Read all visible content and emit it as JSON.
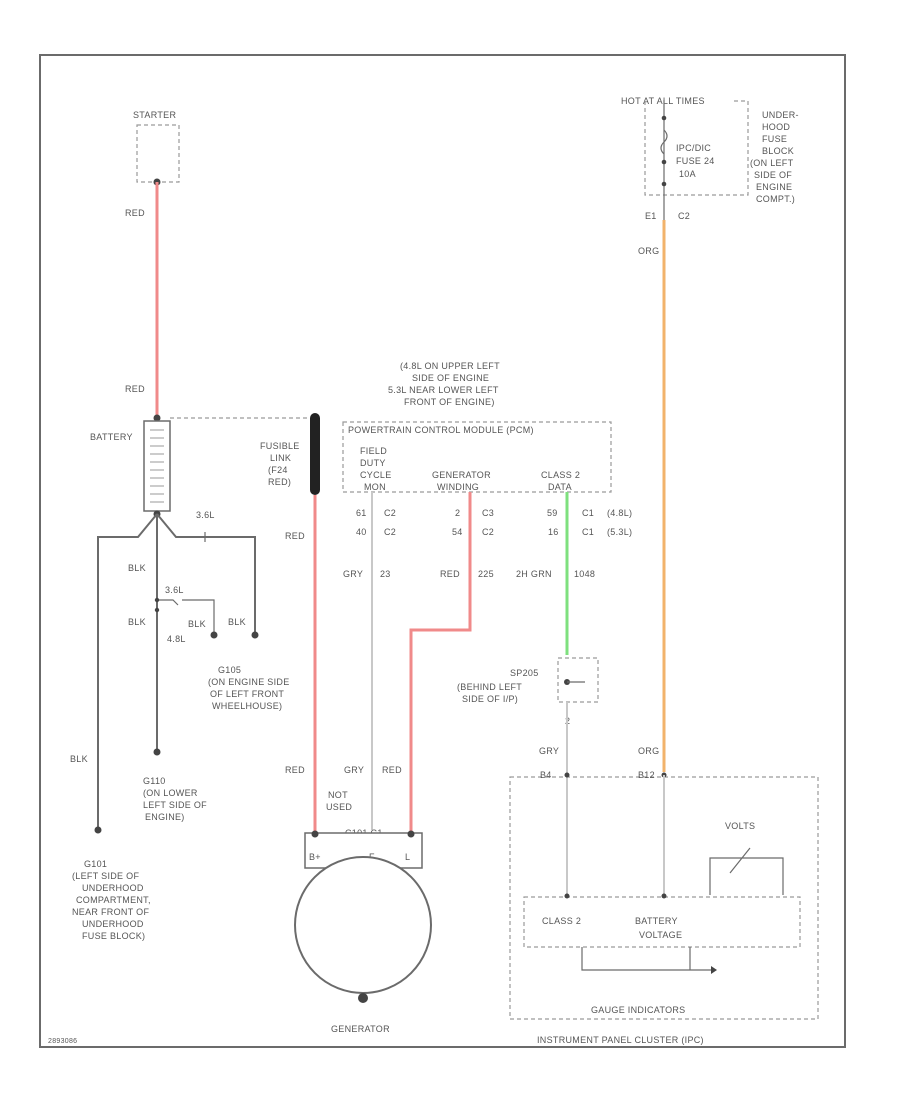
{
  "colors": {
    "red_wire": "#f08a8a",
    "orange_wire": "#f2b36b",
    "green_wire": "#7ee07e",
    "grey_wire": "#6b6b6b",
    "light_wire": "#c8c8c8",
    "fusible_link": "#222222"
  },
  "starter": {
    "label": "STARTER",
    "wire_top": "RED",
    "wire_bottom": "RED"
  },
  "battery": {
    "label": "BATTERY"
  },
  "grounds": {
    "eng_tag": "3.6L",
    "blk_1": "BLK",
    "blk_2": "BLK",
    "blk_3": "BLK",
    "blk_4": "BLK",
    "blk_5": "BLK",
    "eng_label_1": "3.6L",
    "eng_label_2": "4.8L",
    "g105": [
      "G105",
      "(ON ENGINE SIDE",
      "OF LEFT FRONT",
      "WHEELHOUSE)"
    ],
    "g110": [
      "G110",
      "(ON LOWER",
      "LEFT SIDE OF",
      "ENGINE)"
    ],
    "g101": [
      "G101",
      "(LEFT SIDE OF",
      "UNDERHOOD",
      "COMPARTMENT,",
      "NEAR FRONT OF",
      "UNDERHOOD",
      "FUSE BLOCK)"
    ]
  },
  "fusible_link": {
    "lines": [
      "FUSIBLE",
      "LINK",
      "(F24",
      "RED)"
    ],
    "wire": "RED",
    "wire_bottom": "RED"
  },
  "pcm": {
    "location": [
      "(4.8L ON UPPER LEFT",
      "SIDE OF ENGINE",
      "5.3L NEAR LOWER LEFT",
      "FRONT OF ENGINE)"
    ],
    "title": "POWERTRAIN CONTROL MODULE (PCM)",
    "field_label": [
      "FIELD",
      "DUTY",
      "CYCLE",
      "MON"
    ],
    "gen_label": [
      "GENERATOR",
      "WINDING"
    ],
    "class2_label": [
      "CLASS 2",
      "DATA"
    ],
    "pin_field_1": "61",
    "conn_field_1": "C2",
    "pin_field_2": "40",
    "conn_field_2": "C2",
    "pin_gen_1": "2",
    "conn_gen_1": "C3",
    "pin_gen_2": "54",
    "conn_gen_2": "C2",
    "pin_c2_1": "59",
    "conn_c2_1": "C1",
    "note_c2_1": "(4.8L)",
    "pin_c2_2": "16",
    "conn_c2_2": "C1",
    "note_c2_2": "(5.3L)",
    "wire_field": "GRY",
    "circ_field": "23",
    "wire_gen": "RED",
    "circ_gen": "225",
    "wire_c2": "2H GRN",
    "circ_c2": "1048"
  },
  "splice": {
    "label": [
      "SP205",
      "(BEHIND LEFT",
      "SIDE OF I/P)"
    ],
    "pin": "2",
    "wire_below": "GRY"
  },
  "generator": {
    "wire_red": "RED",
    "wire_gry": "GRY",
    "wire_red_2": "RED",
    "not_used": [
      "NOT",
      "USED"
    ],
    "connector": "C101 C1",
    "term_b": "B+",
    "term_f": "F",
    "term_l": "L",
    "label": "GENERATOR"
  },
  "fuse_block": {
    "header": "HOT AT ALL TIMES",
    "fuse": [
      "IPC/DIC",
      "FUSE 24",
      "10A"
    ],
    "location": [
      "UNDER-",
      "HOOD",
      "FUSE",
      "BLOCK",
      "(ON LEFT",
      "SIDE OF",
      "ENGINE",
      "COMPT.)"
    ],
    "pin": "E1",
    "conn": "C2",
    "wire": "ORG",
    "wire_2": "ORG"
  },
  "ipc": {
    "pin_class2": "B4",
    "pin_batt": "B12",
    "gauge": "VOLTS",
    "class2": "CLASS 2",
    "batt": [
      "BATTERY",
      "VOLTAGE"
    ],
    "gauge_section": "GAUGE INDICATORS",
    "name": "INSTRUMENT PANEL CLUSTER (IPC)"
  },
  "footer_code": "2893086"
}
